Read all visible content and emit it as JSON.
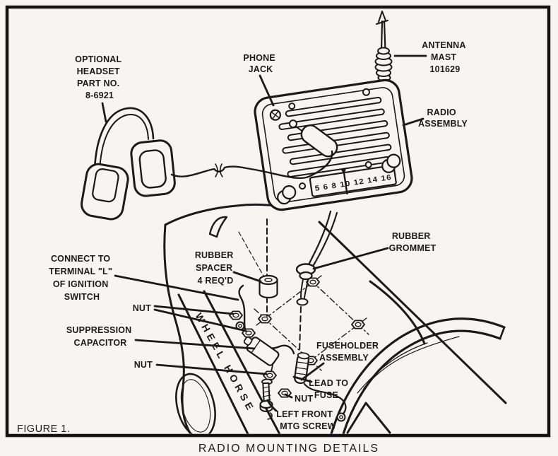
{
  "figure": {
    "label": "FIGURE 1.",
    "caption": "RADIO MOUNTING DETAILS"
  },
  "callouts": {
    "optional_headset": [
      "OPTIONAL",
      "HEADSET",
      "PART NO.",
      "8-6921"
    ],
    "phone_jack": [
      "PHONE",
      "JACK"
    ],
    "antenna_mast": [
      "ANTENNA",
      "MAST",
      "101629"
    ],
    "radio_assembly": [
      "RADIO",
      "ASSEMBLY"
    ],
    "rubber_grommet": [
      "RUBBER",
      "GROMMET"
    ],
    "rubber_spacer": [
      "RUBBER",
      "SPACER",
      "4 REQ'D"
    ],
    "connect_ignition": [
      "CONNECT TO",
      "TERMINAL \"L\"",
      "OF IGNITION",
      "SWITCH"
    ],
    "nut_upper": [
      "NUT"
    ],
    "suppression_capacitor": [
      "SUPPRESSION",
      "CAPACITOR"
    ],
    "nut_middle": [
      "NUT"
    ],
    "fuseholder_assembly": [
      "FUSEHOLDER",
      "ASSEMBLY"
    ],
    "lead_to_fuse": [
      "LEAD TO",
      "FUSE"
    ],
    "nut_lower": [
      "NUT"
    ],
    "left_front_mtg_screw": [
      "LEFT FRONT",
      "MTG SCREW"
    ]
  },
  "radio": {
    "dial_scale": "5 6 8 10 12 14 16"
  },
  "tractor": {
    "hood_brand": "WHEEL HORSE"
  },
  "colors": {
    "ink": "#1a1a1a",
    "paper": "#f6f5f1"
  }
}
